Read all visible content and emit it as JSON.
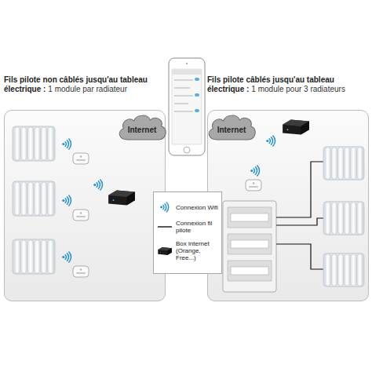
{
  "diagram": {
    "nodes": [
      {
        "text": [
          "Fils pilote non câblés jusqu'au tableau électrique :",
          "1 module par radiateur"
        ]
      },
      {
        "text": [
          "Internet"
        ]
      },
      {
        "text": [
          "Internet"
        ]
      },
      {
        "text": [
          "Fils pilote câblés jusqu'au tableau électrique :",
          "1 module pour 3 radiateurs"
        ]
      }
    ],
    "legend": [
      {
        "text": "Connexion Wifi"
      },
      {
        "text": "Connexion fil pilote"
      },
      {
        "text": "Box internet (Orange, Free...)"
      }
    ]
  }
}
